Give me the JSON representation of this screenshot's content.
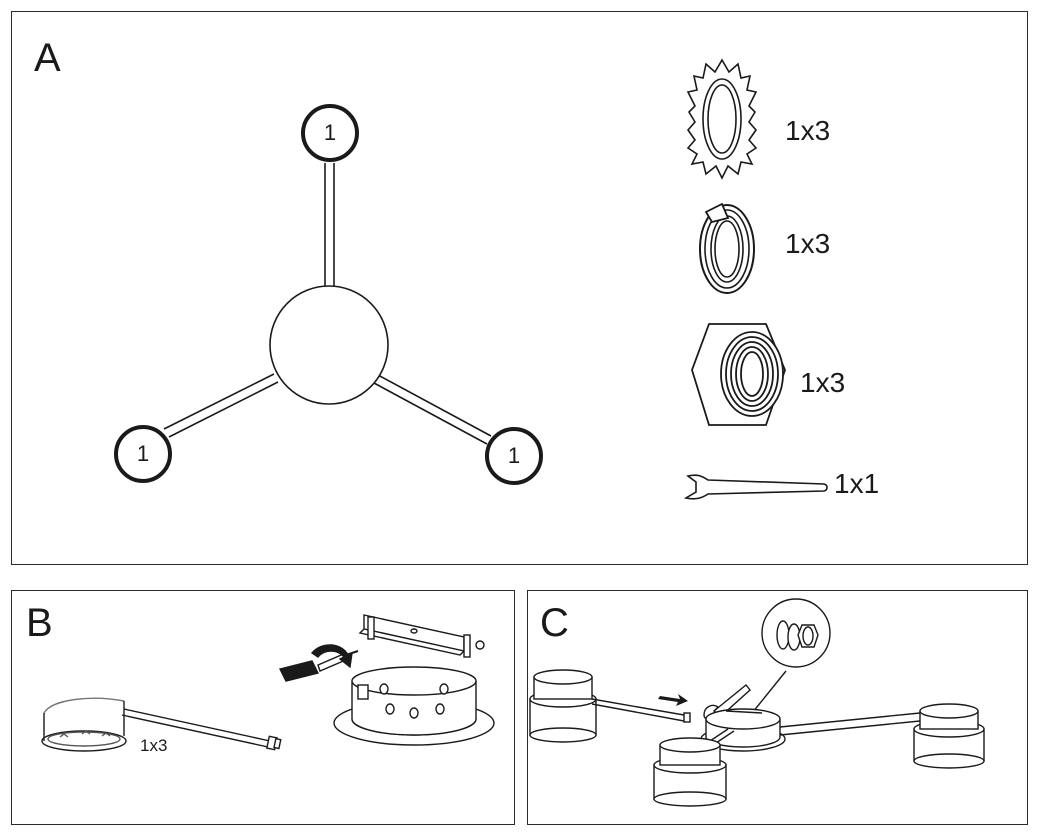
{
  "panels": {
    "a": {
      "letter": "A",
      "hub_labels": [
        "1",
        "1",
        "1"
      ],
      "parts": [
        {
          "icon": "star-lock-washer-icon",
          "qty": "1x3"
        },
        {
          "icon": "split-lock-washer-icon",
          "qty": "1x3"
        },
        {
          "icon": "hex-nut-icon",
          "qty": "1x3"
        },
        {
          "icon": "wrench-icon",
          "qty": "1x1"
        }
      ]
    },
    "b": {
      "letter": "B",
      "qty": "1x3"
    },
    "c": {
      "letter": "C"
    }
  },
  "colors": {
    "line": "#1a1a1a",
    "background": "#ffffff"
  }
}
